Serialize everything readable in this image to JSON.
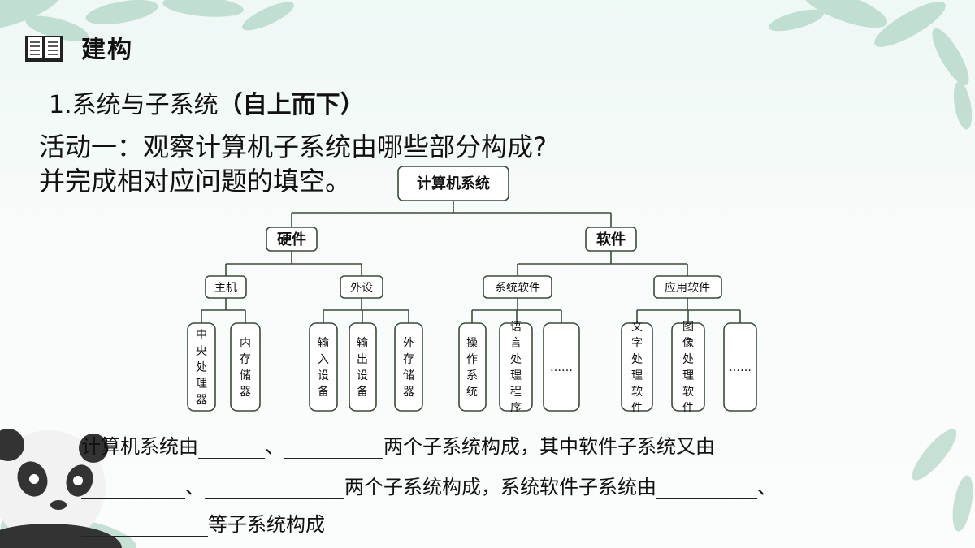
{
  "header": {
    "title": "建构",
    "icon": "book-icon"
  },
  "section": {
    "number": "1.",
    "title": "系统与子系统",
    "paren": "（自上而下）"
  },
  "activity": {
    "line1": "活动一：观察计算机子系统由哪些部分构成?",
    "line2": "并完成相对应问题的填空。"
  },
  "tree": {
    "root": "计算机系统",
    "hardware": "硬件",
    "software": "软件",
    "host": "主机",
    "peripheral": "外设",
    "system_software": "系统软件",
    "application_software": "应用软件",
    "leaves": [
      {
        "chars": [
          "中",
          "央",
          "处",
          "理",
          "器"
        ]
      },
      {
        "chars": [
          "内",
          "存",
          "储",
          "器"
        ]
      },
      {
        "chars": [
          "输",
          "入",
          "设",
          "备"
        ]
      },
      {
        "chars": [
          "输",
          "出",
          "设",
          "备"
        ]
      },
      {
        "chars": [
          "外",
          "存",
          "储",
          "器"
        ]
      },
      {
        "chars": [
          "操",
          "作",
          "系",
          "统"
        ]
      },
      {
        "chars": [
          "语",
          "言",
          "处",
          "理",
          "程",
          "序"
        ]
      },
      {
        "chars": [
          "……"
        ]
      },
      {
        "chars": [
          "文",
          "字",
          "处",
          "理",
          "软",
          "件"
        ]
      },
      {
        "chars": [
          "图",
          "像",
          "处",
          "理",
          "软",
          "件"
        ]
      },
      {
        "chars": [
          "……"
        ]
      }
    ]
  },
  "fill_in": {
    "l1_a": "计算机系统由",
    "l1_b": "、",
    "l1_c": "两个子系统构成，其中软件子系统又由",
    "l2_a": "、",
    "l2_b": "两个子系统构成，系统软件子系统由",
    "l2_c": "、",
    "l3_a": "等子系统构成"
  },
  "colors": {
    "line": "#3c4a3a",
    "box_border": "#3c4a3a",
    "leaf_green": "#8fc1a8"
  }
}
